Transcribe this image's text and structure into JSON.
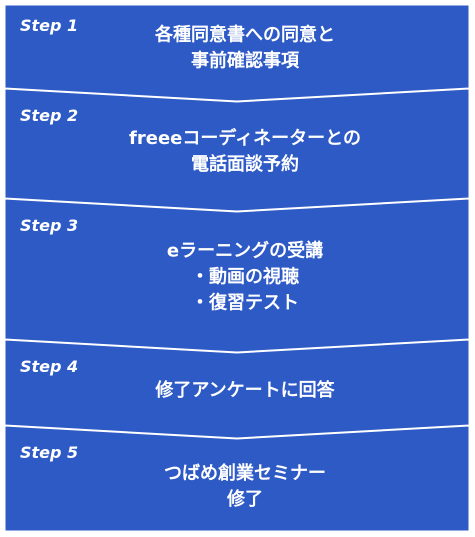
{
  "theme": {
    "box_color": "#2e5ac6",
    "text_color": "#ffffff",
    "background": "#ffffff"
  },
  "steps": [
    {
      "label": "Step 1",
      "lines": [
        "各種同意書への同意と",
        "事前確認事項"
      ]
    },
    {
      "label": "Step 2",
      "lines": [
        "freeeコーディネーターとの",
        "電話面談予約"
      ]
    },
    {
      "label": "Step 3",
      "lines": [
        "eラーニングの受講",
        "・動画の視聴",
        "・復習テスト"
      ]
    },
    {
      "label": "Step 4",
      "lines": [
        "修了アンケートに回答"
      ]
    },
    {
      "label": "Step 5",
      "lines": [
        "つばめ創業セミナー",
        "修了"
      ]
    }
  ]
}
